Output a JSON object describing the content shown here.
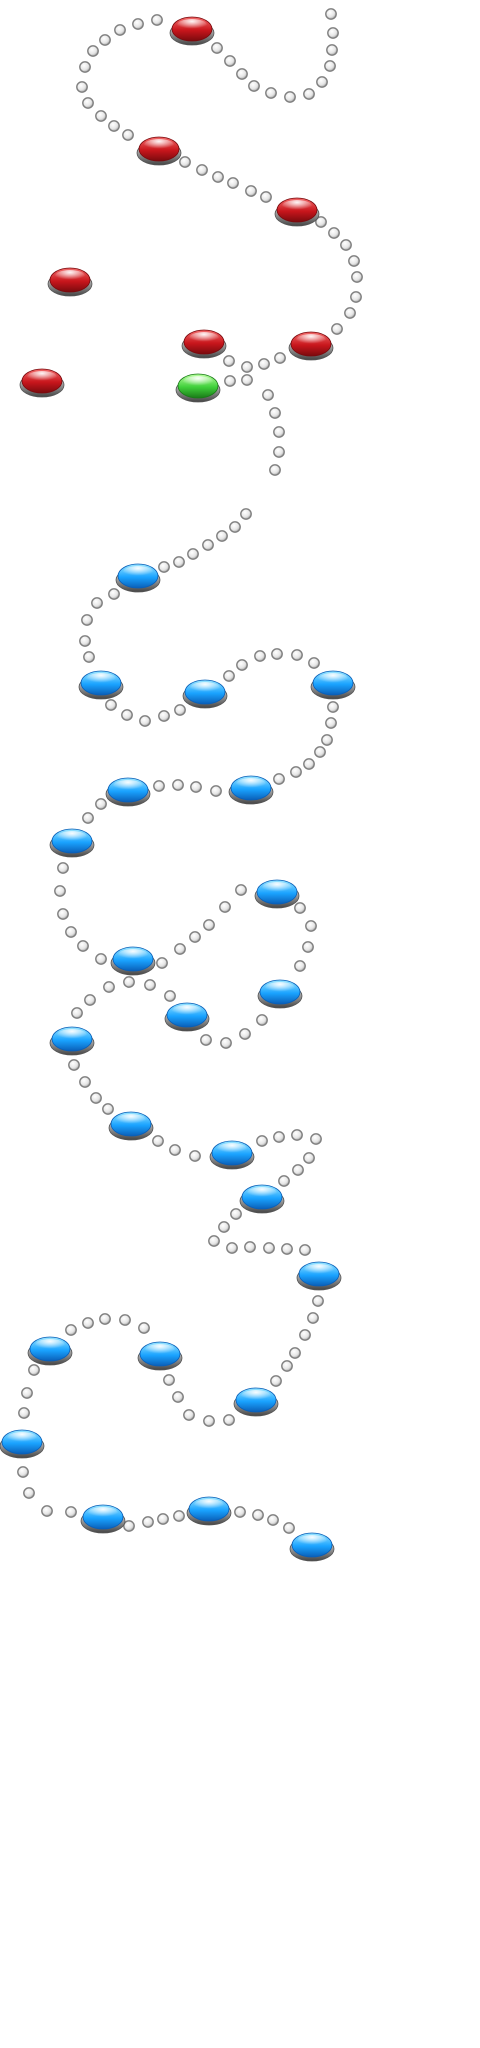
{
  "board": {
    "background": "#ffffff"
  },
  "colors": {
    "completed": {
      "light": "#f26a6a",
      "mid": "#c8161c",
      "dark": "#7a0a0e"
    },
    "current": {
      "light": "#b9ff9e",
      "mid": "#3fcf3a",
      "dark": "#1a7a18"
    },
    "locked": {
      "light": "#9be6ff",
      "mid": "#1aa3ff",
      "dark": "#0a5fb8"
    },
    "ring": {
      "light": "#f2f2f2",
      "mid": "#9a9a9a",
      "dark": "#444444"
    },
    "dot": {
      "fill": "#e6e6e6",
      "stroke": "#7f7f7f"
    }
  },
  "levels": [
    {
      "state": "locked"
    },
    {
      "state": "locked"
    },
    {
      "state": "locked"
    },
    {
      "state": "locked"
    },
    {
      "state": "locked"
    },
    {
      "state": "locked"
    },
    {
      "state": "locked"
    },
    {
      "state": "locked"
    },
    {
      "state": "locked"
    },
    {
      "state": "locked"
    },
    {
      "state": "locked"
    },
    {
      "state": "locked"
    },
    {
      "state": "locked"
    },
    {
      "state": "locked"
    },
    {
      "state": "locked"
    },
    {
      "state": "locked"
    },
    {
      "state": "locked"
    },
    {
      "state": "locked"
    },
    {
      "state": "locked"
    },
    {
      "state": "locked"
    },
    {
      "state": "locked"
    },
    {
      "state": "locked"
    },
    {
      "state": "locked"
    },
    {
      "state": "current"
    },
    {
      "state": "completed"
    },
    {
      "state": "completed"
    },
    {
      "state": "completed"
    },
    {
      "state": "completed"
    },
    {
      "state": "completed"
    },
    {
      "state": "completed"
    },
    {
      "state": "completed"
    }
  ]
}
